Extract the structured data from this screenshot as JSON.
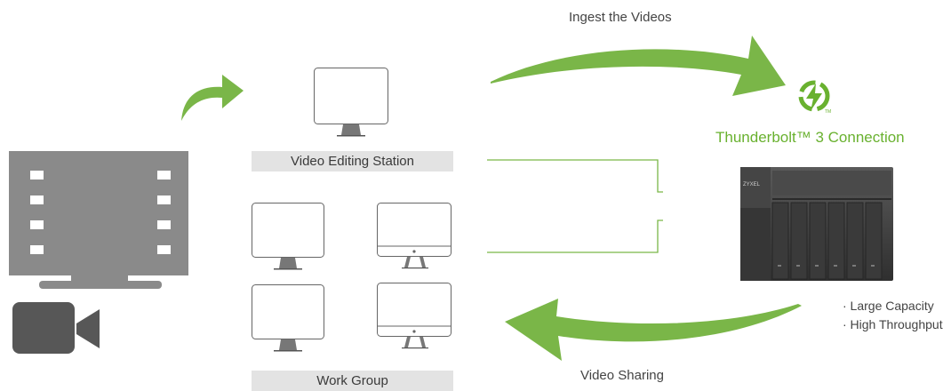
{
  "labels": {
    "ingest": "Ingest the Videos",
    "tb_connection": "Thunderbolt™ 3 Connection",
    "editing_station": "Video Editing Station",
    "work_group": "Work Group",
    "feature_1": "· Large Capacity",
    "feature_2": "· High Throughput",
    "video_sharing": "Video Sharing",
    "nas_brand": "ZYXEL"
  },
  "colors": {
    "accent_green": "#7ab648",
    "thunderbolt_green": "#69b12f",
    "icon_gray": "#8a8a8a",
    "dark_gray": "#575757",
    "label_bg": "#e3e3e3",
    "nas_body": "#3d3d3d"
  },
  "icons": [
    "film-strip-icon",
    "video-camera-icon",
    "monitor-icon",
    "imac-icon",
    "thunderbolt-icon",
    "nas-device-icon",
    "curved-arrow-icon"
  ]
}
